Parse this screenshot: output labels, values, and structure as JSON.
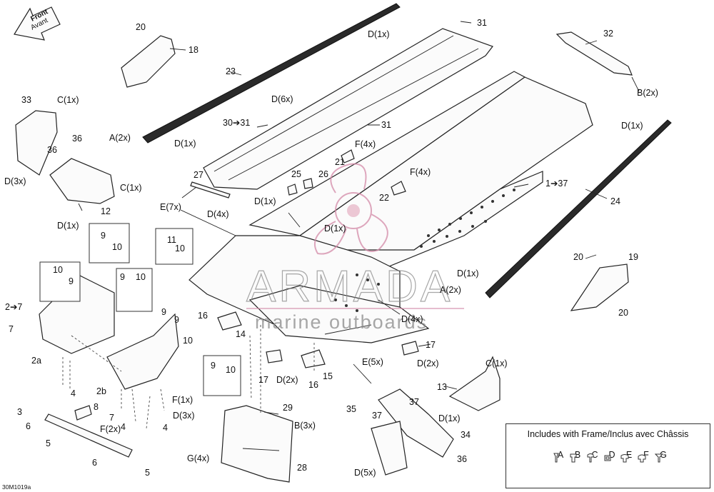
{
  "front_arrow": {
    "line1": "Front",
    "line2": "Avant"
  },
  "callouts": {
    "c1": "1➔37",
    "c2a": "2a",
    "c2b": "2b",
    "c2to7": "2➔7",
    "c3": "3",
    "c4a": "4",
    "c4b": "4",
    "c4c": "4",
    "c5a": "5",
    "c5b": "5",
    "c6a": "6",
    "c6b": "6",
    "c7a": "7",
    "c7b": "7",
    "c8": "8",
    "c9a": "9",
    "c9b": "9",
    "c9c": "9",
    "c9d": "9",
    "c9e": "9",
    "c10a": "10",
    "c10b": "10",
    "c10c": "10",
    "c10d": "10",
    "c10e": "10",
    "c10f": "10",
    "c11": "11",
    "c12": "12",
    "c13": "13",
    "c14": "14",
    "c15": "15",
    "c16a": "16",
    "c16b": "16",
    "c17a": "17",
    "c17b": "17",
    "c18": "18",
    "c19": "19",
    "c20a": "20",
    "c20b": "20",
    "c20c": "20",
    "c21": "21",
    "c22": "22",
    "c23": "23",
    "c24": "24",
    "c25": "25",
    "c26": "26",
    "c27": "27",
    "c28": "28",
    "c29": "29",
    "c30to31": "30➔31",
    "c31a": "31",
    "c31b": "31",
    "c32": "32",
    "c33": "33",
    "c34": "34",
    "c35": "35",
    "c36a": "36",
    "c36b": "36",
    "c36c": "36",
    "c37a": "37",
    "c37b": "37"
  },
  "qty_labels": {
    "d1_top": "D(1x)",
    "d6": "D(6x)",
    "d1_left_rail": "D(1x)",
    "a2_left": "A(2x)",
    "c1_33": "C(1x)",
    "d3_33": "D(3x)",
    "c1_12": "C(1x)",
    "d1_12": "D(1x)",
    "b2_32": "B(2x)",
    "d1_right_top": "D(1x)",
    "f4_a": "F(4x)",
    "f4_b": "F(4x)",
    "d1_mid": "D(1x)",
    "d4_top": "D(4x)",
    "e7": "E(7x)",
    "d1_center": "D(1x)",
    "d1_right_rail": "D(1x)",
    "a2_right": "A(2x)",
    "d4_mid": "D(4x)",
    "d2_a": "D(2x)",
    "d2_b": "D(2x)",
    "e5": "E(5x)",
    "c1_13": "C(1x)",
    "d1_13": "D(1x)",
    "f1": "F(1x)",
    "d3_mid": "D(3x)",
    "f2": "F(2x)",
    "b3": "B(3x)",
    "g4": "G(4x)",
    "d5": "D(5x)"
  },
  "legend": {
    "title": "Includes with Frame/Inclus avec Châssis",
    "letters": [
      "A",
      "B",
      "C",
      "D",
      "E",
      "F",
      "G"
    ]
  },
  "watermark": {
    "brand": "ARMADA",
    "sub": "marine outboards"
  },
  "doc_ref": "30M1019a"
}
